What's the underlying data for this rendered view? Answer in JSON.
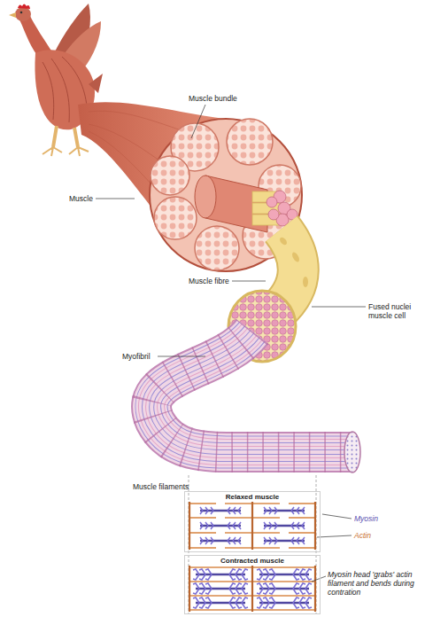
{
  "diagram": {
    "nodes": [
      {
        "text": [
          "Relaxed muscle"
        ]
      },
      {
        "text": [
          "Contracted muscle"
        ]
      }
    ],
    "labels": [
      "Muscle bundle",
      "Muscle",
      "Muscle fibre",
      "Fused nuclei muscle cell",
      "Myofibril",
      "Muscle filaments",
      "Myosin",
      "Actin",
      "Myosin head 'grabs' actin filament and bends during contration"
    ]
  }
}
